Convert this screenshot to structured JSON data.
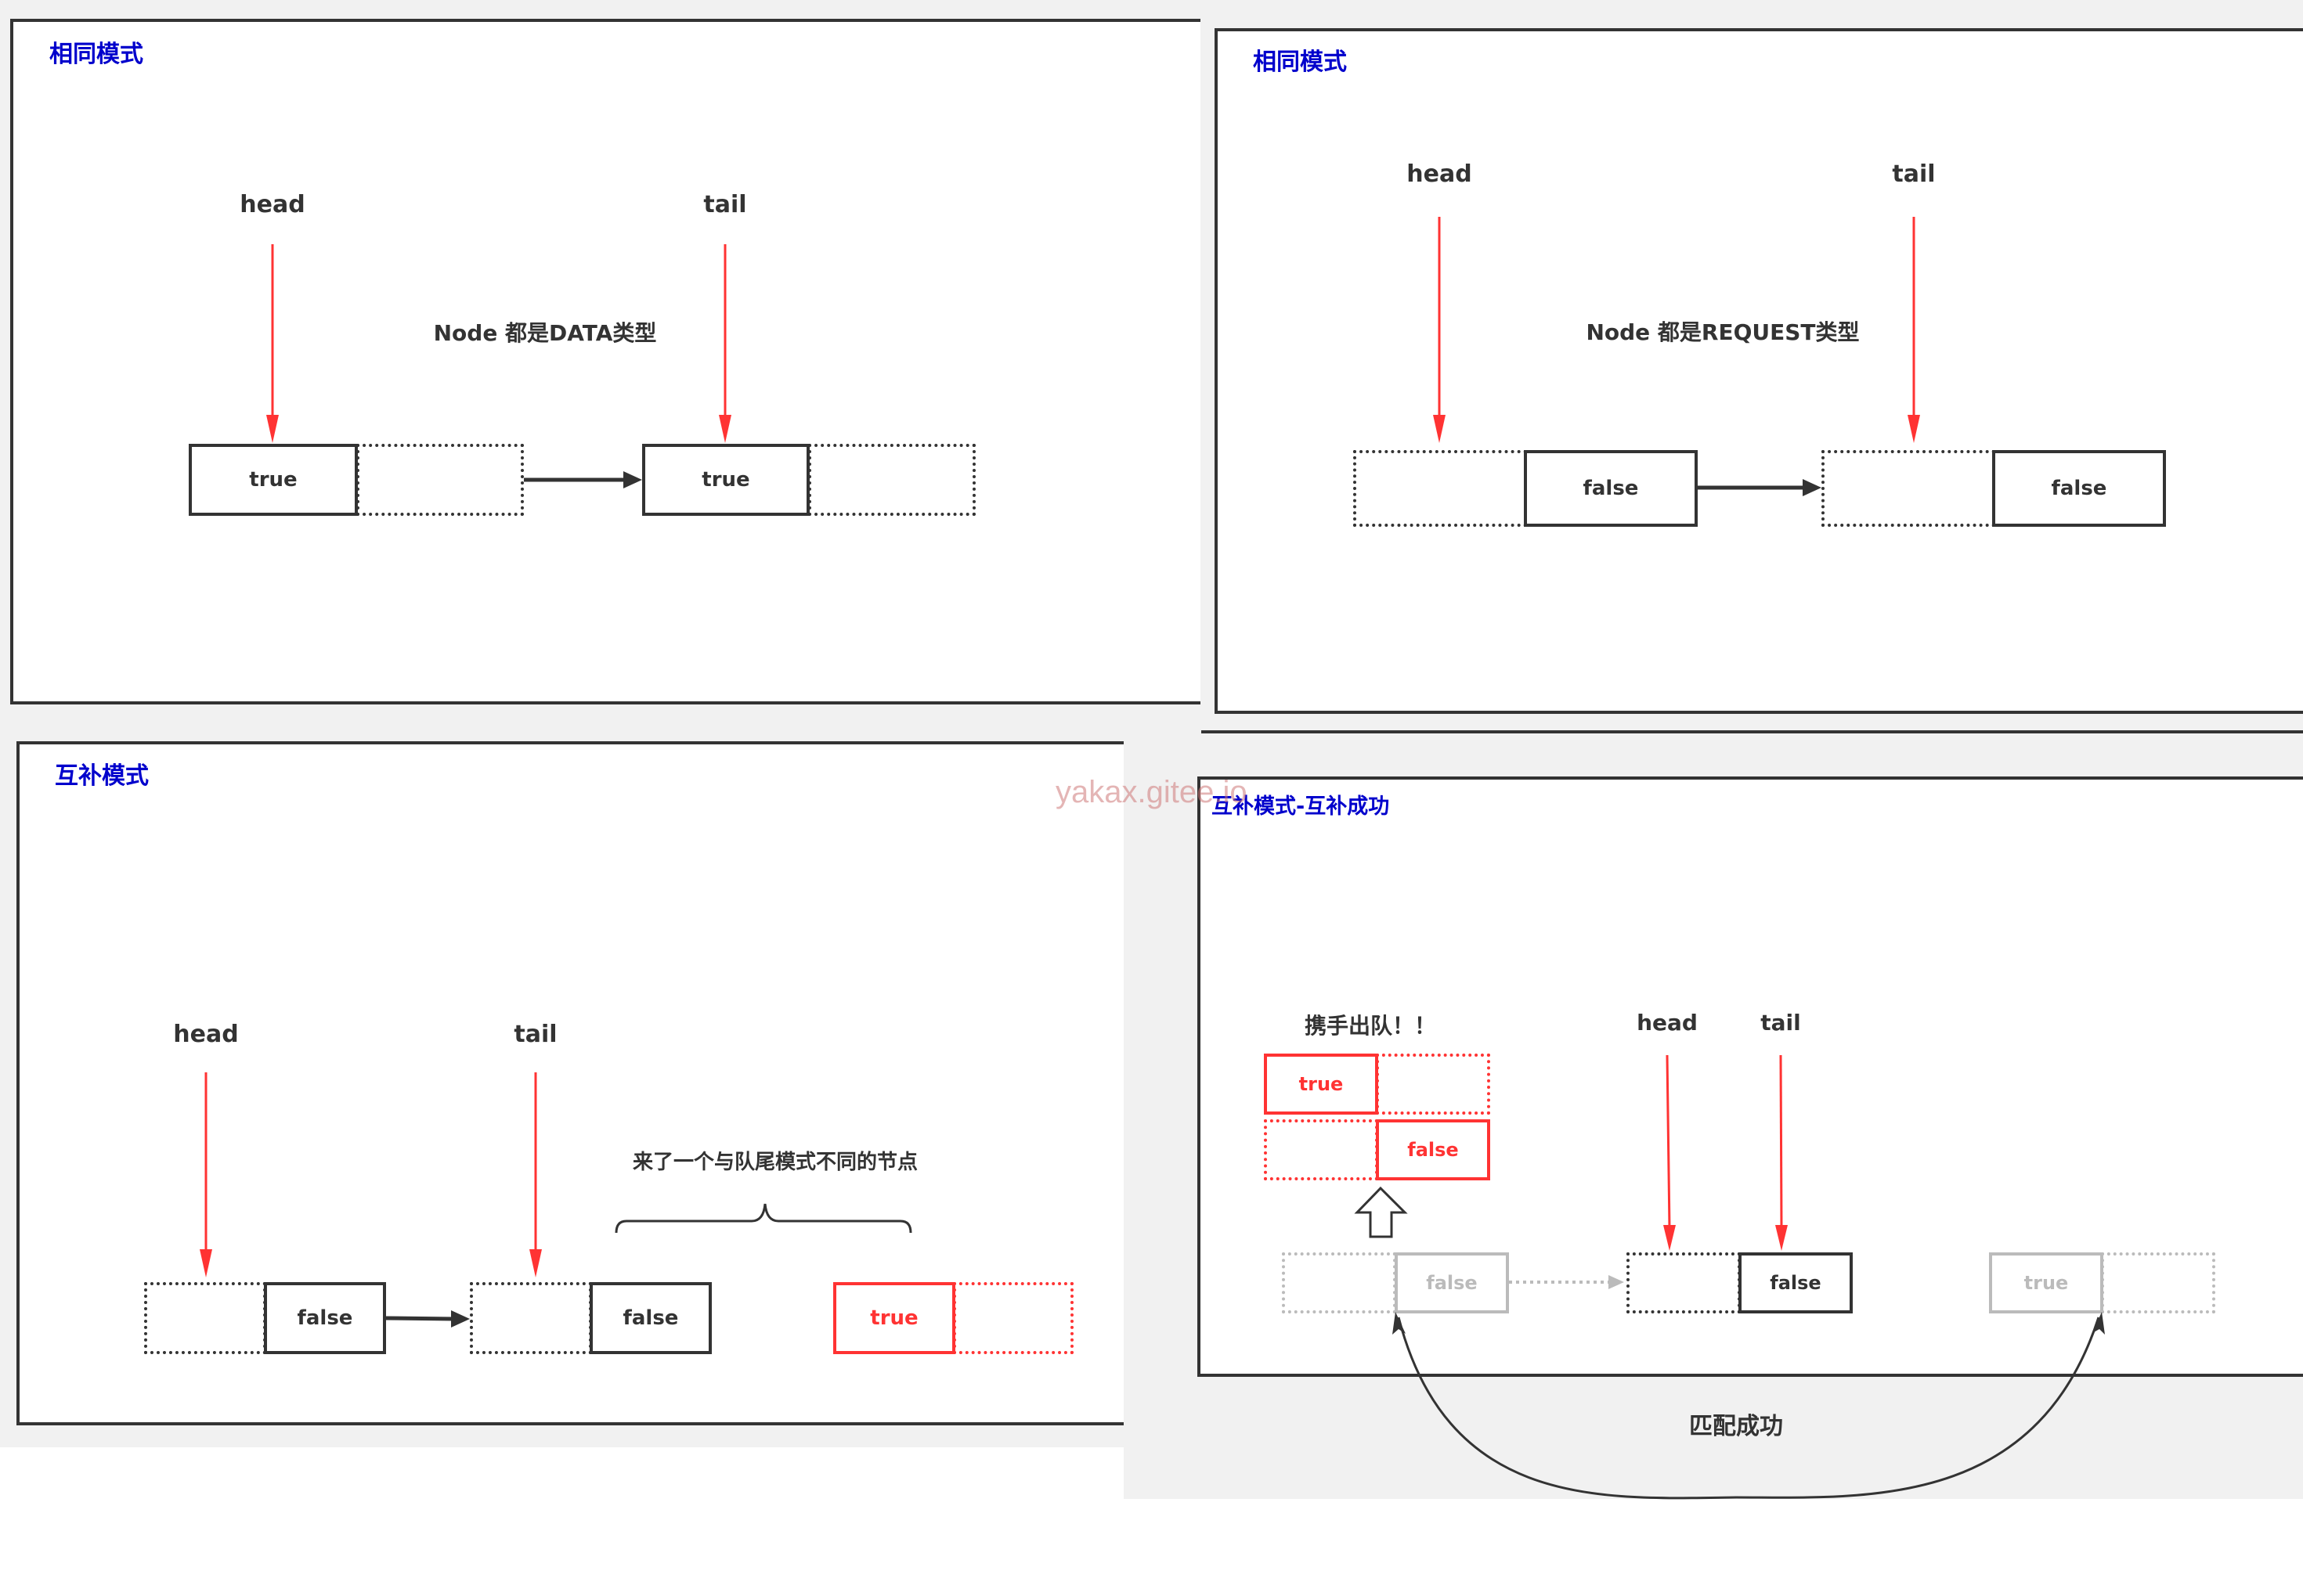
{
  "watermark": "yakax.gitee.io",
  "colors": {
    "title_blue": "#0000cc",
    "pointer_red": "#ff3333",
    "stroke_dark": "#333333",
    "faded_grey": "#bbbbbb",
    "background_grey": "#f1f1f1"
  },
  "panels": [
    {
      "title": "相同模式",
      "head_label": "head",
      "tail_label": "tail",
      "note": "Node 都是DATA类型",
      "nodes": [
        {
          "value": "true",
          "mode": "DATA"
        },
        {
          "value": "true",
          "mode": "DATA"
        }
      ]
    },
    {
      "title": "相同模式",
      "head_label": "head",
      "tail_label": "tail",
      "note": "Node 都是REQUEST类型",
      "nodes": [
        {
          "value": "false",
          "mode": "REQUEST"
        },
        {
          "value": "false",
          "mode": "REQUEST"
        }
      ]
    },
    {
      "title": "互补模式",
      "head_label": "head",
      "tail_label": "tail",
      "note": "来了一个与队尾模式不同的节点",
      "nodes": [
        {
          "value": "false",
          "mode": "REQUEST"
        },
        {
          "value": "false",
          "mode": "REQUEST"
        }
      ],
      "incoming_node": {
        "value": "true",
        "mode": "DATA"
      }
    },
    {
      "title": "互补模式-互补成功",
      "head_label": "head",
      "tail_label": "tail",
      "dequeue_note": "携手出队！！",
      "match_note": "匹配成功",
      "dequeued_pair": [
        {
          "value": "true"
        },
        {
          "value": "false"
        }
      ],
      "faded_node": {
        "value": "false"
      },
      "current_node": {
        "value": "false"
      },
      "incoming_node": {
        "value": "true"
      }
    }
  ]
}
